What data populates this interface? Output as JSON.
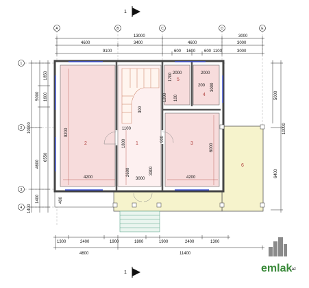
{
  "section_markers": {
    "top": "1",
    "bottom": "1"
  },
  "axes": {
    "columns": [
      "A",
      "B",
      "C",
      "D",
      "E"
    ],
    "rows": [
      "1",
      "2",
      "3",
      "4"
    ]
  },
  "top_dims": {
    "overall": "13000",
    "col_AB": "4600",
    "col_BC": "3400",
    "col_CD": "4600",
    "col_DE": "3000",
    "right_span": "3000",
    "main_width": "9100",
    "d600a": "600",
    "d1600": "1600",
    "d600b": "600",
    "d1100": "1100",
    "right_3000": "3000"
  },
  "left_dims": {
    "overall": "10000",
    "r1850": "1850",
    "r1600": "1600",
    "r5000": "5000",
    "r6550": "6550",
    "r4600": "4600",
    "r1400": "1400",
    "r1400b": "1400"
  },
  "right_dims": {
    "d5000": "5000",
    "d10000": "10000",
    "d6400": "6400"
  },
  "bottom_dims": {
    "b1300a": "1300",
    "b2400a": "2400",
    "b1900a": "1900",
    "b1800": "1800",
    "b1900b": "1900",
    "b2400b": "2400",
    "b1300b": "1300",
    "total_left": "4600",
    "total_right": "11400"
  },
  "inner_dims": {
    "room2_height": "9200",
    "room2_width": "4200",
    "room3_width": "4200",
    "room3_height": "6000",
    "hall_1800": "1800",
    "hall_2600": "2600",
    "hall_3000": "3000",
    "hall_3300": "3300",
    "hall_300": "300",
    "hall_1100": "1100",
    "hall_900": "900",
    "hall_1200": "1200",
    "hall_100": "100",
    "bath_1700": "1700",
    "bath_2000a": "2000",
    "bath_2000b": "2000",
    "bath_200": "200",
    "bath_3000": "3000",
    "entry_400": "400"
  },
  "rooms": {
    "r1": "1",
    "r2": "2",
    "r3": "3",
    "r4": "4",
    "r5": "5",
    "r6": "6"
  },
  "brand": {
    "name": "emlak",
    "suffix": ".az"
  },
  "colors": {
    "room_fill": "#f7dcdc",
    "terrace_fill": "#f6f3cc",
    "wall": "#555555",
    "axis_line": "#7a7a7a",
    "accent": "#3b4fd0"
  }
}
